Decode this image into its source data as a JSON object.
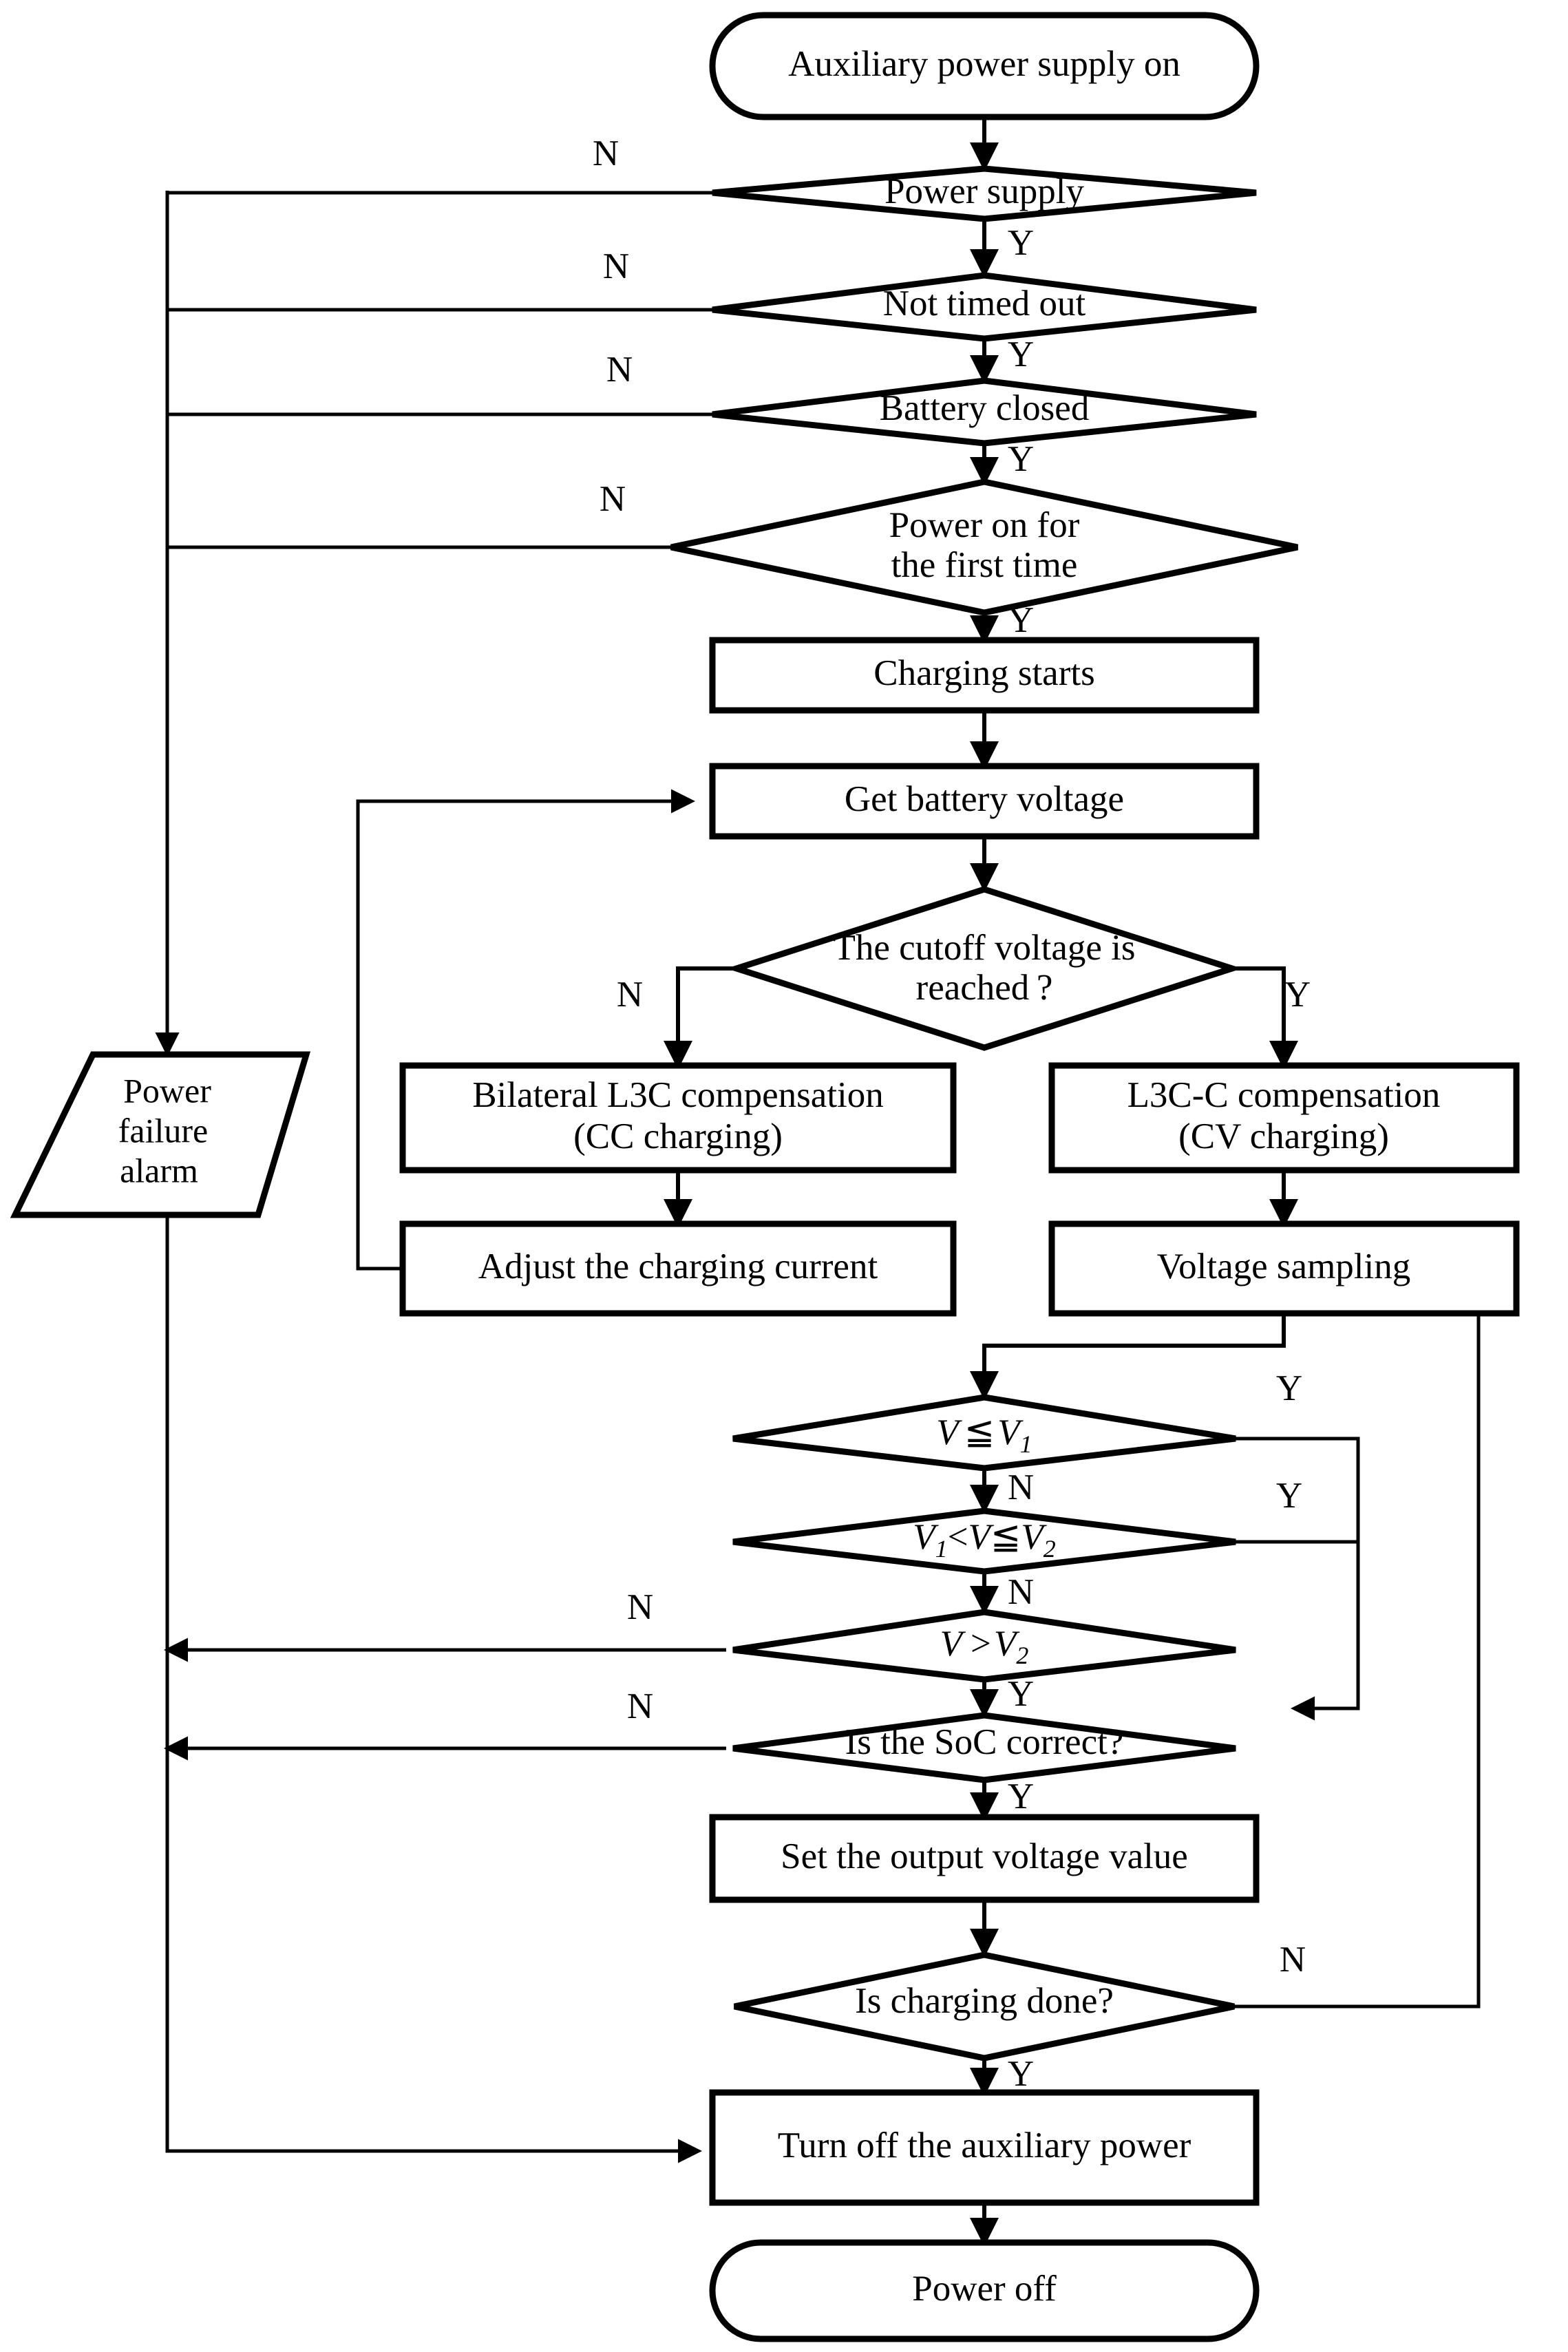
{
  "chart_data": {
    "type": "diagram",
    "diagram_type": "flowchart",
    "title": "Wireless battery charging control flowchart",
    "orientation": "top-to-bottom",
    "nodes": [
      {
        "id": "start",
        "shape": "terminator",
        "label": "Auxiliary power supply on"
      },
      {
        "id": "power_supply",
        "shape": "decision",
        "label": "Power supply"
      },
      {
        "id": "not_timed_out",
        "shape": "decision",
        "label": "Not timed out"
      },
      {
        "id": "battery_closed",
        "shape": "decision",
        "label": "Battery closed"
      },
      {
        "id": "first_power_on",
        "shape": "decision",
        "label_line1": "Power on for",
        "label_line2": "the first time"
      },
      {
        "id": "charging_starts",
        "shape": "process",
        "label": "Charging starts"
      },
      {
        "id": "get_voltage",
        "shape": "process",
        "label": "Get battery voltage"
      },
      {
        "id": "cutoff_reached",
        "shape": "decision",
        "label_line1": "The cutoff voltage is",
        "label_line2": "reached ?"
      },
      {
        "id": "cc_comp",
        "shape": "process",
        "label_line1": "Bilateral L3C compensation",
        "label_line2": "(CC charging)"
      },
      {
        "id": "cv_comp",
        "shape": "process",
        "label_line1": "L3C-C compensation",
        "label_line2": "(CV charging)"
      },
      {
        "id": "adjust_current",
        "shape": "process",
        "label": "Adjust the charging current"
      },
      {
        "id": "voltage_sampling",
        "shape": "process",
        "label": "Voltage sampling"
      },
      {
        "id": "v_le_v1",
        "shape": "decision",
        "label_math": "V ≦ V₁",
        "label_plain": "V<=V1"
      },
      {
        "id": "v1_lt_v_le_v2",
        "shape": "decision",
        "label_math": "V₁< V ≦ V₂",
        "label_plain": "V1<V<=V2"
      },
      {
        "id": "v_gt_v2",
        "shape": "decision",
        "label_math": "V > V₂",
        "label_plain": "V>V2"
      },
      {
        "id": "soc_correct",
        "shape": "decision",
        "label": "Is the SoC correct?"
      },
      {
        "id": "set_output",
        "shape": "process",
        "label": "Set the output voltage value"
      },
      {
        "id": "charging_done",
        "shape": "decision",
        "label": "Is charging done?"
      },
      {
        "id": "turn_off_aux",
        "shape": "process",
        "label": "Turn off the auxiliary power"
      },
      {
        "id": "power_off",
        "shape": "terminator",
        "label": "Power off"
      },
      {
        "id": "power_fail",
        "shape": "parallelogram",
        "label_line1": "Power",
        "label_line2": "failure",
        "label_line3": "alarm"
      }
    ],
    "edges": [
      {
        "from": "start",
        "to": "power_supply",
        "label": ""
      },
      {
        "from": "power_supply",
        "to": "power_fail",
        "label": "N"
      },
      {
        "from": "power_supply",
        "to": "not_timed_out",
        "label": "Y"
      },
      {
        "from": "not_timed_out",
        "to": "power_fail",
        "label": "N"
      },
      {
        "from": "not_timed_out",
        "to": "battery_closed",
        "label": "Y"
      },
      {
        "from": "battery_closed",
        "to": "power_fail",
        "label": "N"
      },
      {
        "from": "battery_closed",
        "to": "first_power_on",
        "label": "Y"
      },
      {
        "from": "first_power_on",
        "to": "power_fail",
        "label": "N"
      },
      {
        "from": "first_power_on",
        "to": "charging_starts",
        "label": "Y"
      },
      {
        "from": "charging_starts",
        "to": "get_voltage",
        "label": ""
      },
      {
        "from": "get_voltage",
        "to": "cutoff_reached",
        "label": ""
      },
      {
        "from": "cutoff_reached",
        "to": "cc_comp",
        "label": "N"
      },
      {
        "from": "cutoff_reached",
        "to": "cv_comp",
        "label": "Y"
      },
      {
        "from": "cc_comp",
        "to": "adjust_current",
        "label": ""
      },
      {
        "from": "adjust_current",
        "to": "get_voltage",
        "label": ""
      },
      {
        "from": "cv_comp",
        "to": "voltage_sampling",
        "label": ""
      },
      {
        "from": "voltage_sampling",
        "to": "v_le_v1",
        "label": ""
      },
      {
        "from": "v_le_v1",
        "to": "soc_correct",
        "label": "Y"
      },
      {
        "from": "v_le_v1",
        "to": "v1_lt_v_le_v2",
        "label": "N"
      },
      {
        "from": "v1_lt_v_le_v2",
        "to": "soc_correct",
        "label": "Y"
      },
      {
        "from": "v1_lt_v_le_v2",
        "to": "v_gt_v2",
        "label": "N"
      },
      {
        "from": "v_gt_v2",
        "to": "power_fail_line",
        "label": "N"
      },
      {
        "from": "v_gt_v2",
        "to": "soc_correct",
        "label": "Y"
      },
      {
        "from": "soc_correct",
        "to": "power_fail_line",
        "label": "N"
      },
      {
        "from": "soc_correct",
        "to": "set_output",
        "label": "Y"
      },
      {
        "from": "set_output",
        "to": "charging_done",
        "label": ""
      },
      {
        "from": "charging_done",
        "to": "voltage_sampling",
        "label": "N"
      },
      {
        "from": "charging_done",
        "to": "turn_off_aux",
        "label": "Y"
      },
      {
        "from": "power_fail",
        "to": "turn_off_aux",
        "label": ""
      },
      {
        "from": "turn_off_aux",
        "to": "power_off",
        "label": ""
      }
    ],
    "branch_labels": {
      "yes": "Y",
      "no": "N"
    },
    "colors": {
      "stroke": "#000000",
      "fill": "#ffffff",
      "text": "#000000"
    }
  },
  "nodes": {
    "start": {
      "label": "Auxiliary power supply on"
    },
    "power_supply": {
      "label": "Power supply"
    },
    "not_timed_out": {
      "label": "Not timed out"
    },
    "battery_closed": {
      "label": "Battery closed"
    },
    "first_power_on": {
      "line1": "Power on for",
      "line2": "the first time"
    },
    "charging_starts": {
      "label": "Charging starts"
    },
    "get_voltage": {
      "label": "Get battery voltage"
    },
    "cutoff_reached": {
      "line1": "The cutoff voltage is",
      "line2": "reached ?"
    },
    "cc_comp": {
      "line1": "Bilateral L3C compensation",
      "line2": "(CC charging)"
    },
    "cv_comp": {
      "line1": "L3C-C compensation",
      "line2": "(CV charging)"
    },
    "adjust_current": {
      "label": "Adjust the charging current"
    },
    "voltage_sampling": {
      "label": "Voltage sampling"
    },
    "v_le_v1": {
      "v": "V",
      "op": "≦",
      "v2": "V",
      "sub2": "1"
    },
    "v1_lt_v_le_v2": {
      "v1": "V",
      "sub1": "1",
      "op1": "<",
      "v": "V",
      "op2": "≦",
      "v2": "V",
      "sub2": "2"
    },
    "v_gt_v2": {
      "v": "V",
      "op": ">",
      "v2": "V",
      "sub2": "2"
    },
    "soc_correct": {
      "label": "Is the SoC correct?"
    },
    "set_output": {
      "label": "Set the output voltage value"
    },
    "charging_done": {
      "label": "Is charging done?"
    },
    "turn_off_aux": {
      "label": "Turn off the auxiliary power"
    },
    "power_off": {
      "label": "Power off"
    },
    "power_fail": {
      "line1": "Power",
      "line2": "failure",
      "line3": "alarm"
    }
  },
  "branches": {
    "n_power_supply": "N",
    "y_power_supply": "Y",
    "n_not_timed_out": "N",
    "y_not_timed_out": "Y",
    "n_battery_closed": "N",
    "y_battery_closed": "Y",
    "n_first_power_on": "N",
    "y_first_power_on": "Y",
    "n_cutoff": "N",
    "y_cutoff": "Y",
    "y_v_le_v1": "Y",
    "n_v_le_v1": "N",
    "y_v1_v_v2": "Y",
    "n_v1_v_v2": "N",
    "n_v_gt_v2": "N",
    "y_v_gt_v2": "Y",
    "n_soc": "N",
    "y_soc": "Y",
    "n_charging_done": "N",
    "y_charging_done": "Y"
  }
}
